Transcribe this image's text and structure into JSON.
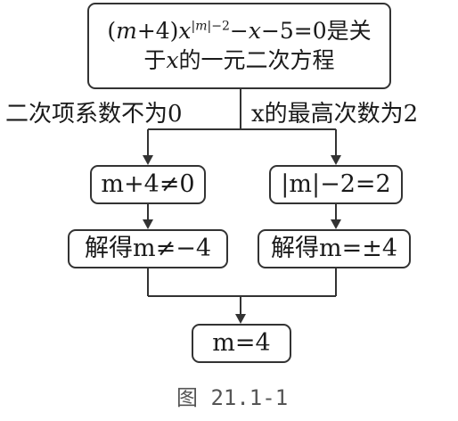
{
  "top_box": {
    "line1": "(m+4)x^{|m|-2}−x−5=0是关",
    "line2": "于x的一元二次方程"
  },
  "branch_labels": {
    "left": "二次项系数不为0",
    "right": "x的最高次数为2"
  },
  "left_branch": {
    "condition": "m+4≠0",
    "result": "解得m≠−4"
  },
  "right_branch": {
    "condition": "|m|−2=2",
    "result": "解得m=±4"
  },
  "final": "m=4",
  "caption": "图 21.1-1"
}
